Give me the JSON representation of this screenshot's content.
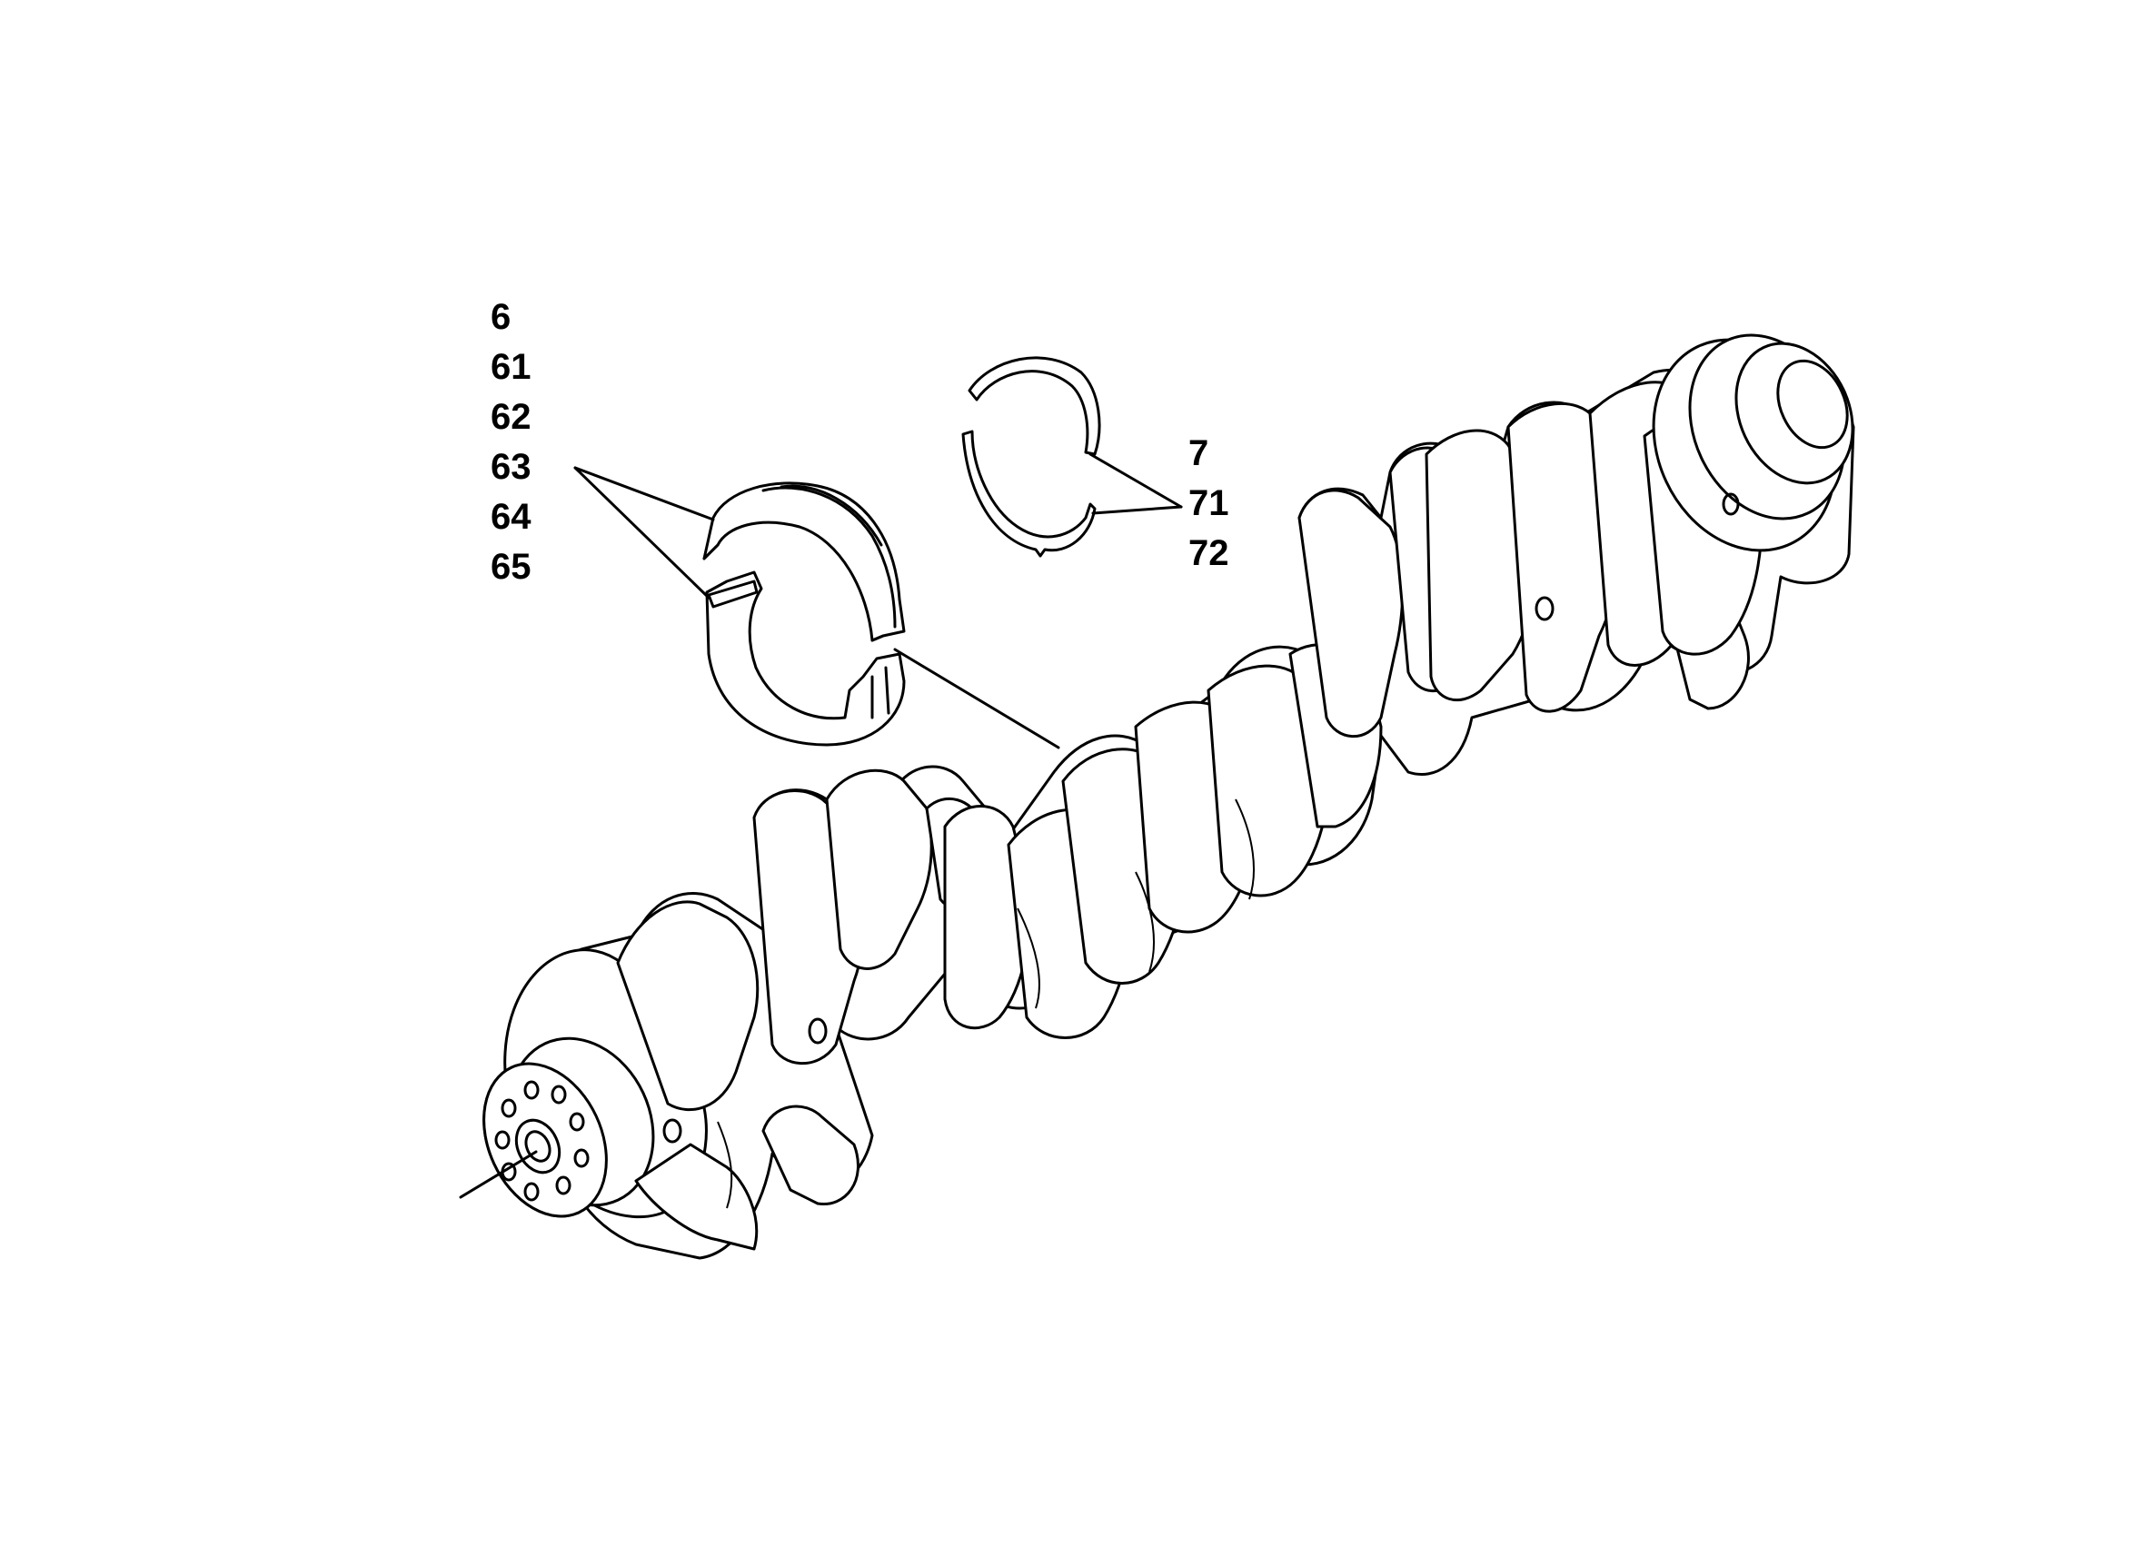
{
  "diagram": {
    "callouts_bearing_shells": [
      "6",
      "61",
      "62",
      "63",
      "64",
      "65"
    ],
    "callouts_thrust_washers": [
      "7",
      "71",
      "72"
    ],
    "colors": {
      "line": "#000000",
      "background": "#ffffff"
    },
    "parts": [
      "crankshaft",
      "main-bearing-shells",
      "thrust-washers"
    ]
  }
}
